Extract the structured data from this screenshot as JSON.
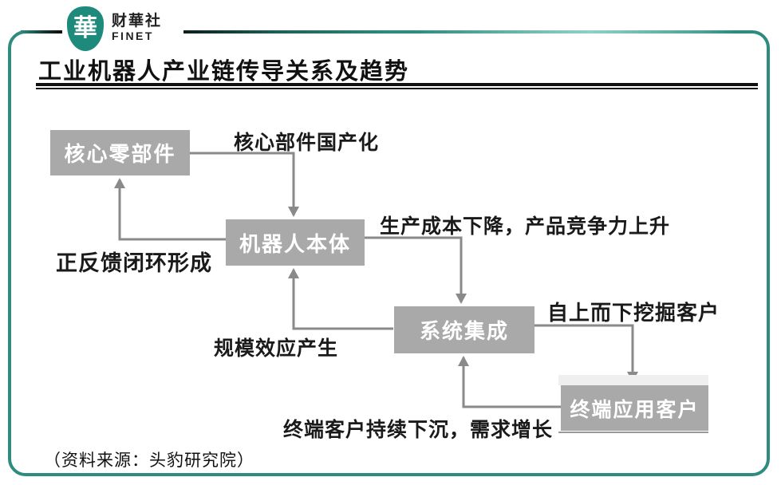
{
  "brand": {
    "logo_char": "華",
    "name_cn": "财華社",
    "name_en": "FINET"
  },
  "page": {
    "title": "工业机器人产业链传导关系及趋势",
    "source_note": "（资料来源：头豹研究院）"
  },
  "diagram": {
    "nodes": [
      {
        "id": "core-components",
        "label": "核心零部件"
      },
      {
        "id": "robot-body",
        "label": "机器人本体"
      },
      {
        "id": "system-integration",
        "label": "系统集成"
      },
      {
        "id": "end-customer",
        "label": "终端应用客户"
      }
    ],
    "edges": [
      {
        "from": "core-components",
        "to": "robot-body",
        "label": "核心部件国产化"
      },
      {
        "from": "robot-body",
        "to": "system-integration",
        "label": "生产成本下降，产品竞争力上升"
      },
      {
        "from": "system-integration",
        "to": "end-customer",
        "label": "自上而下挖掘客户"
      },
      {
        "from": "robot-body",
        "to": "core-components",
        "label": "正反馈闭环形成"
      },
      {
        "from": "system-integration",
        "to": "robot-body",
        "label": "规模效应产生"
      },
      {
        "from": "end-customer",
        "to": "system-integration",
        "label": "终端客户持续下沉，需求增长"
      }
    ]
  },
  "colors": {
    "frame_teal": "#2E8B80",
    "logo_teal": "#1E8A7C",
    "node_gray": "#A9A9A9",
    "arrow_gray": "#8A8A8A",
    "text_dark": "#1A1A1A"
  }
}
